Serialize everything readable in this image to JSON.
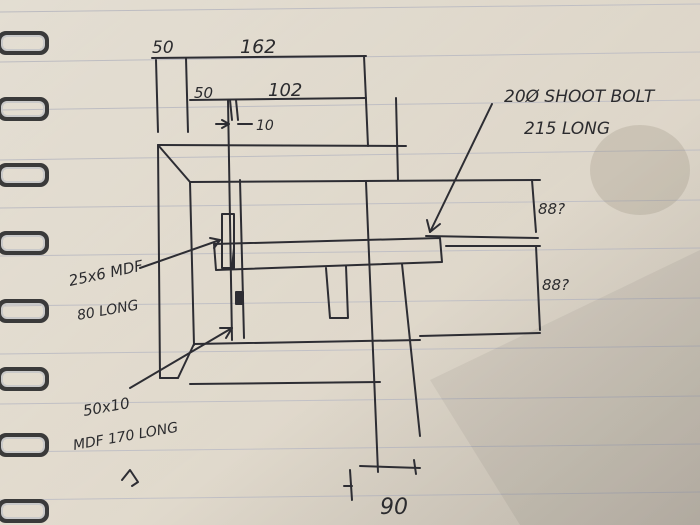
{
  "notebook": {
    "ring_count": 8
  },
  "sketch": {
    "dimensions": {
      "overall_width": "162",
      "left_width": "50",
      "gap_width": "50",
      "inner_width": "102",
      "slot_width": "10",
      "upper_height": "88?",
      "lower_height": "88?",
      "bottom_width": "90"
    },
    "labels": {
      "shoot_bolt_line1": "20Ø SHOOT BOLT",
      "shoot_bolt_line2": "215 LONG",
      "mdf_small_line1": "25x6 MDF",
      "mdf_small_line2": "80 LONG",
      "mdf_large_line1": "50x10",
      "mdf_large_line2": "MDF 170 LONG"
    }
  }
}
